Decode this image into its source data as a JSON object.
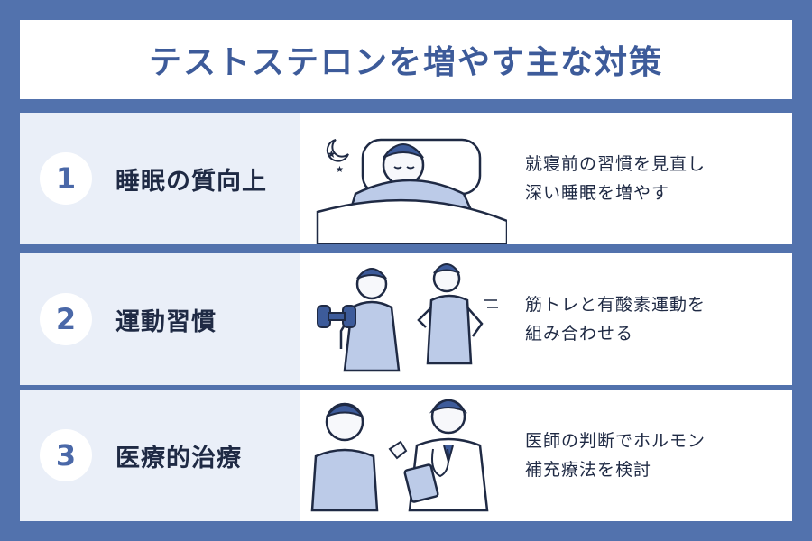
{
  "title": "テストステロンを増やす主な対策",
  "items": [
    {
      "number": "1",
      "label": "睡眠の質向上",
      "desc_line1": "就寝前の習慣を見直し",
      "desc_line2": "深い睡眠を増やす",
      "icon": "sleeping-person-icon"
    },
    {
      "number": "2",
      "label": "運動習慣",
      "desc_line1": "筋トレと有酸素運動を",
      "desc_line2": "組み合わせる",
      "icon": "exercise-person-icon"
    },
    {
      "number": "3",
      "label": "医療的治療",
      "desc_line1": "医師の判断でホルモン",
      "desc_line2": "補充療法を検討",
      "icon": "doctor-consultation-icon"
    }
  ],
  "colors": {
    "background": "#5272ad",
    "accent": "#4a68a8",
    "panel": "#eaeff8",
    "title": "#3d5b9a"
  }
}
